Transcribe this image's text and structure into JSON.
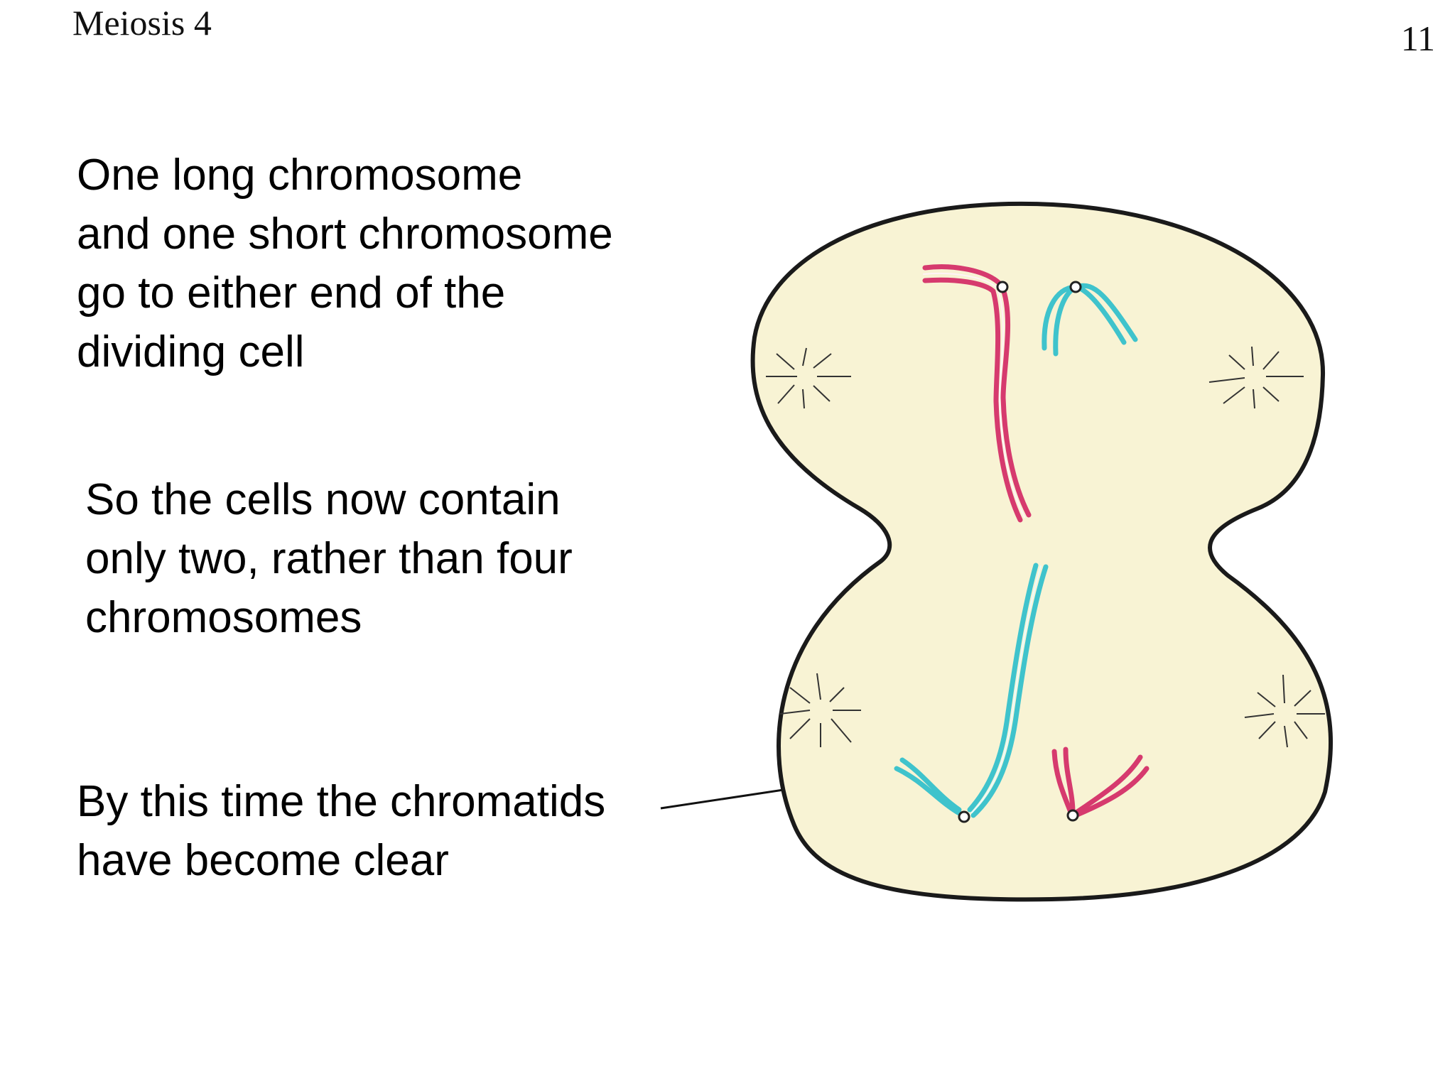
{
  "slide": {
    "title": "Meiosis 4",
    "page_number": "11"
  },
  "captions": [
    {
      "lines": [
        "One long chromosome",
        "and one short chromosome",
        "go to either end of the",
        "dividing cell"
      ]
    },
    {
      "lines": [
        "So the cells now contain",
        "only two, rather than four",
        "chromosomes"
      ]
    },
    {
      "lines": [
        "By this time the chromatids",
        "have become clear"
      ]
    }
  ],
  "colors": {
    "cytoplasm": "#f8f3d4",
    "membrane": "#1a1a1a",
    "chromosome_pink": "#d63a6e",
    "chromosome_cyan": "#3fc3cc",
    "centrosome": "#333333"
  }
}
